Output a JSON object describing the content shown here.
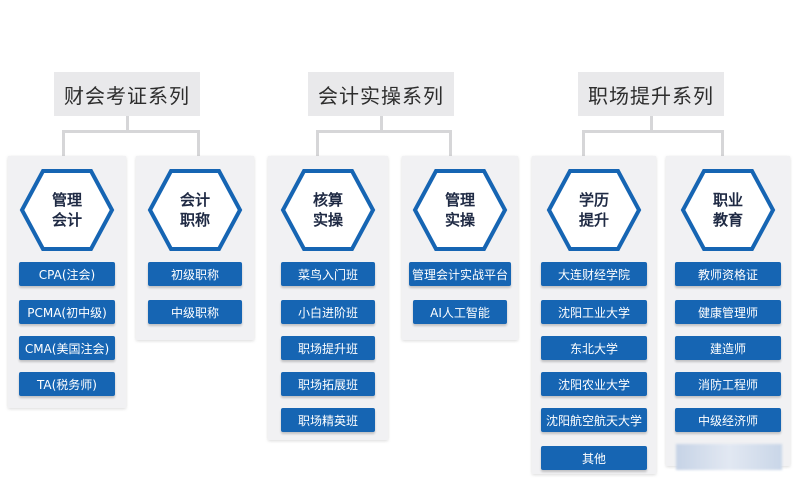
{
  "categories": [
    {
      "title": "财会考证系列",
      "cards": [
        {
          "hex_lines": [
            "管理",
            "会计"
          ],
          "items": [
            "CPA(注会)",
            "PCMA(初中级)",
            "CMA(美国注会)",
            "TA(税务师)"
          ]
        },
        {
          "hex_lines": [
            "会计",
            "职称"
          ],
          "items": [
            "初级职称",
            "中级职称"
          ]
        }
      ]
    },
    {
      "title": "会计实操系列",
      "cards": [
        {
          "hex_lines": [
            "核算",
            "实操"
          ],
          "items": [
            "菜鸟入门班",
            "小白进阶班",
            "职场提升班",
            "职场拓展班",
            "职场精英班"
          ]
        },
        {
          "hex_lines": [
            "管理",
            "实操"
          ],
          "items": [
            "管理会计实战平台",
            "AI人工智能"
          ]
        }
      ]
    },
    {
      "title": "职场提升系列",
      "cards": [
        {
          "hex_lines": [
            "学历",
            "提升"
          ],
          "items": [
            "大连财经学院",
            "沈阳工业大学",
            "东北大学",
            "沈阳农业大学",
            "沈阳航空航天大学",
            "其他"
          ]
        },
        {
          "hex_lines": [
            "职业",
            "教育"
          ],
          "items": [
            "教师资格证",
            "健康管理师",
            "建造师",
            "消防工程师",
            "中级经济师"
          ]
        }
      ]
    }
  ],
  "colors": {
    "pill": "#1665b3",
    "hex_stroke": "#1665b3",
    "header_bg": "#e9e9eb",
    "card_bg": "#f1f1f3",
    "connector": "#d6d6d8"
  }
}
